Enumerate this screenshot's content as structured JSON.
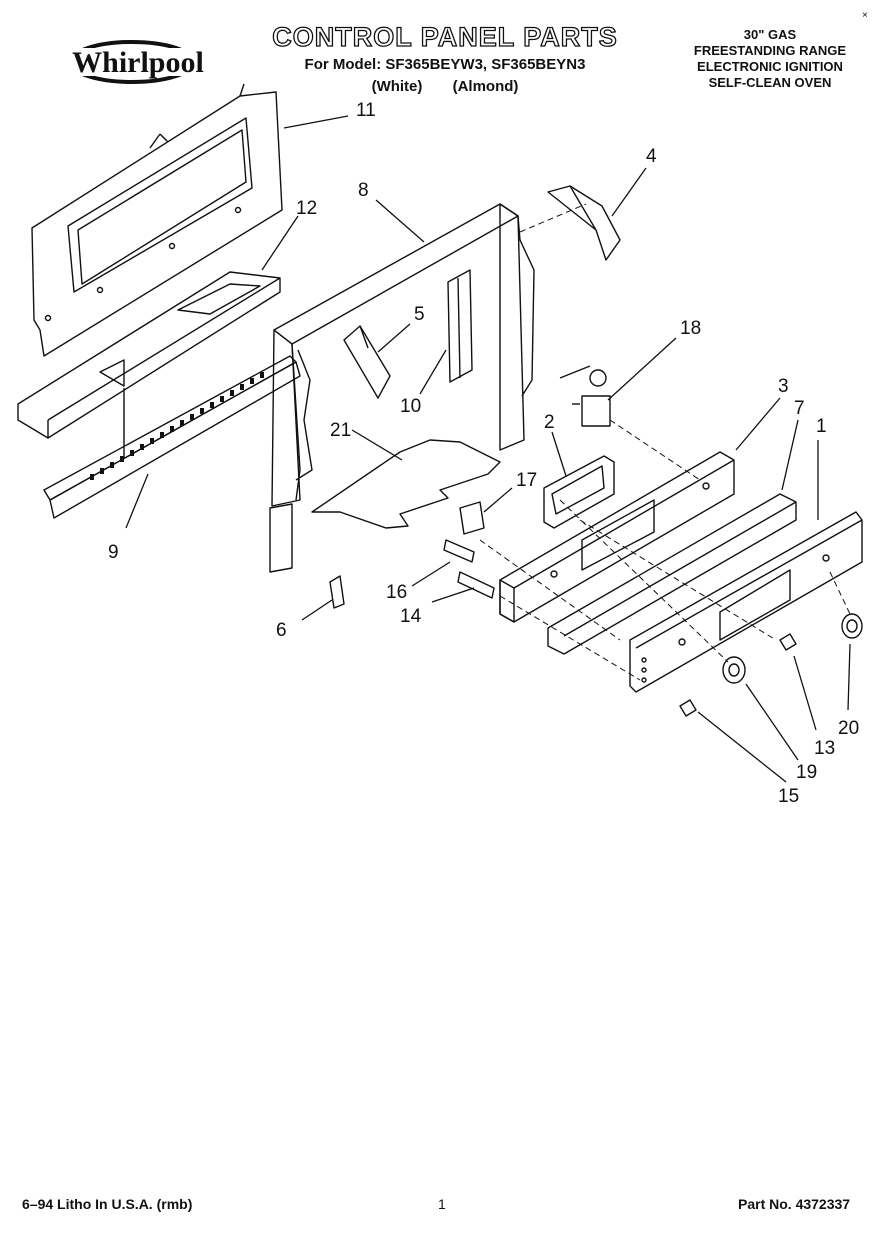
{
  "header": {
    "brand": "Whirlpool",
    "title": "CONTROL PANEL PARTS",
    "model_line": "For Model: SF365BEYW3, SF365BEYN3",
    "variants": [
      "(White)",
      "(Almond)"
    ],
    "description": [
      "30\" GAS",
      "FREESTANDING RANGE",
      "ELECTRONIC IGNITION",
      "SELF-CLEAN OVEN"
    ],
    "corner_mark": "×"
  },
  "callouts": [
    "1",
    "2",
    "3",
    "4",
    "5",
    "6",
    "7",
    "8",
    "9",
    "10",
    "11",
    "12",
    "13",
    "14",
    "15",
    "16",
    "17",
    "18",
    "19",
    "20",
    "21"
  ],
  "footer": {
    "litho": "6–94 Litho In U.S.A. (rmb)",
    "page": "1",
    "part_no": "Part No. 4372337"
  },
  "colors": {
    "ink": "#111111",
    "paper": "#ffffff"
  }
}
